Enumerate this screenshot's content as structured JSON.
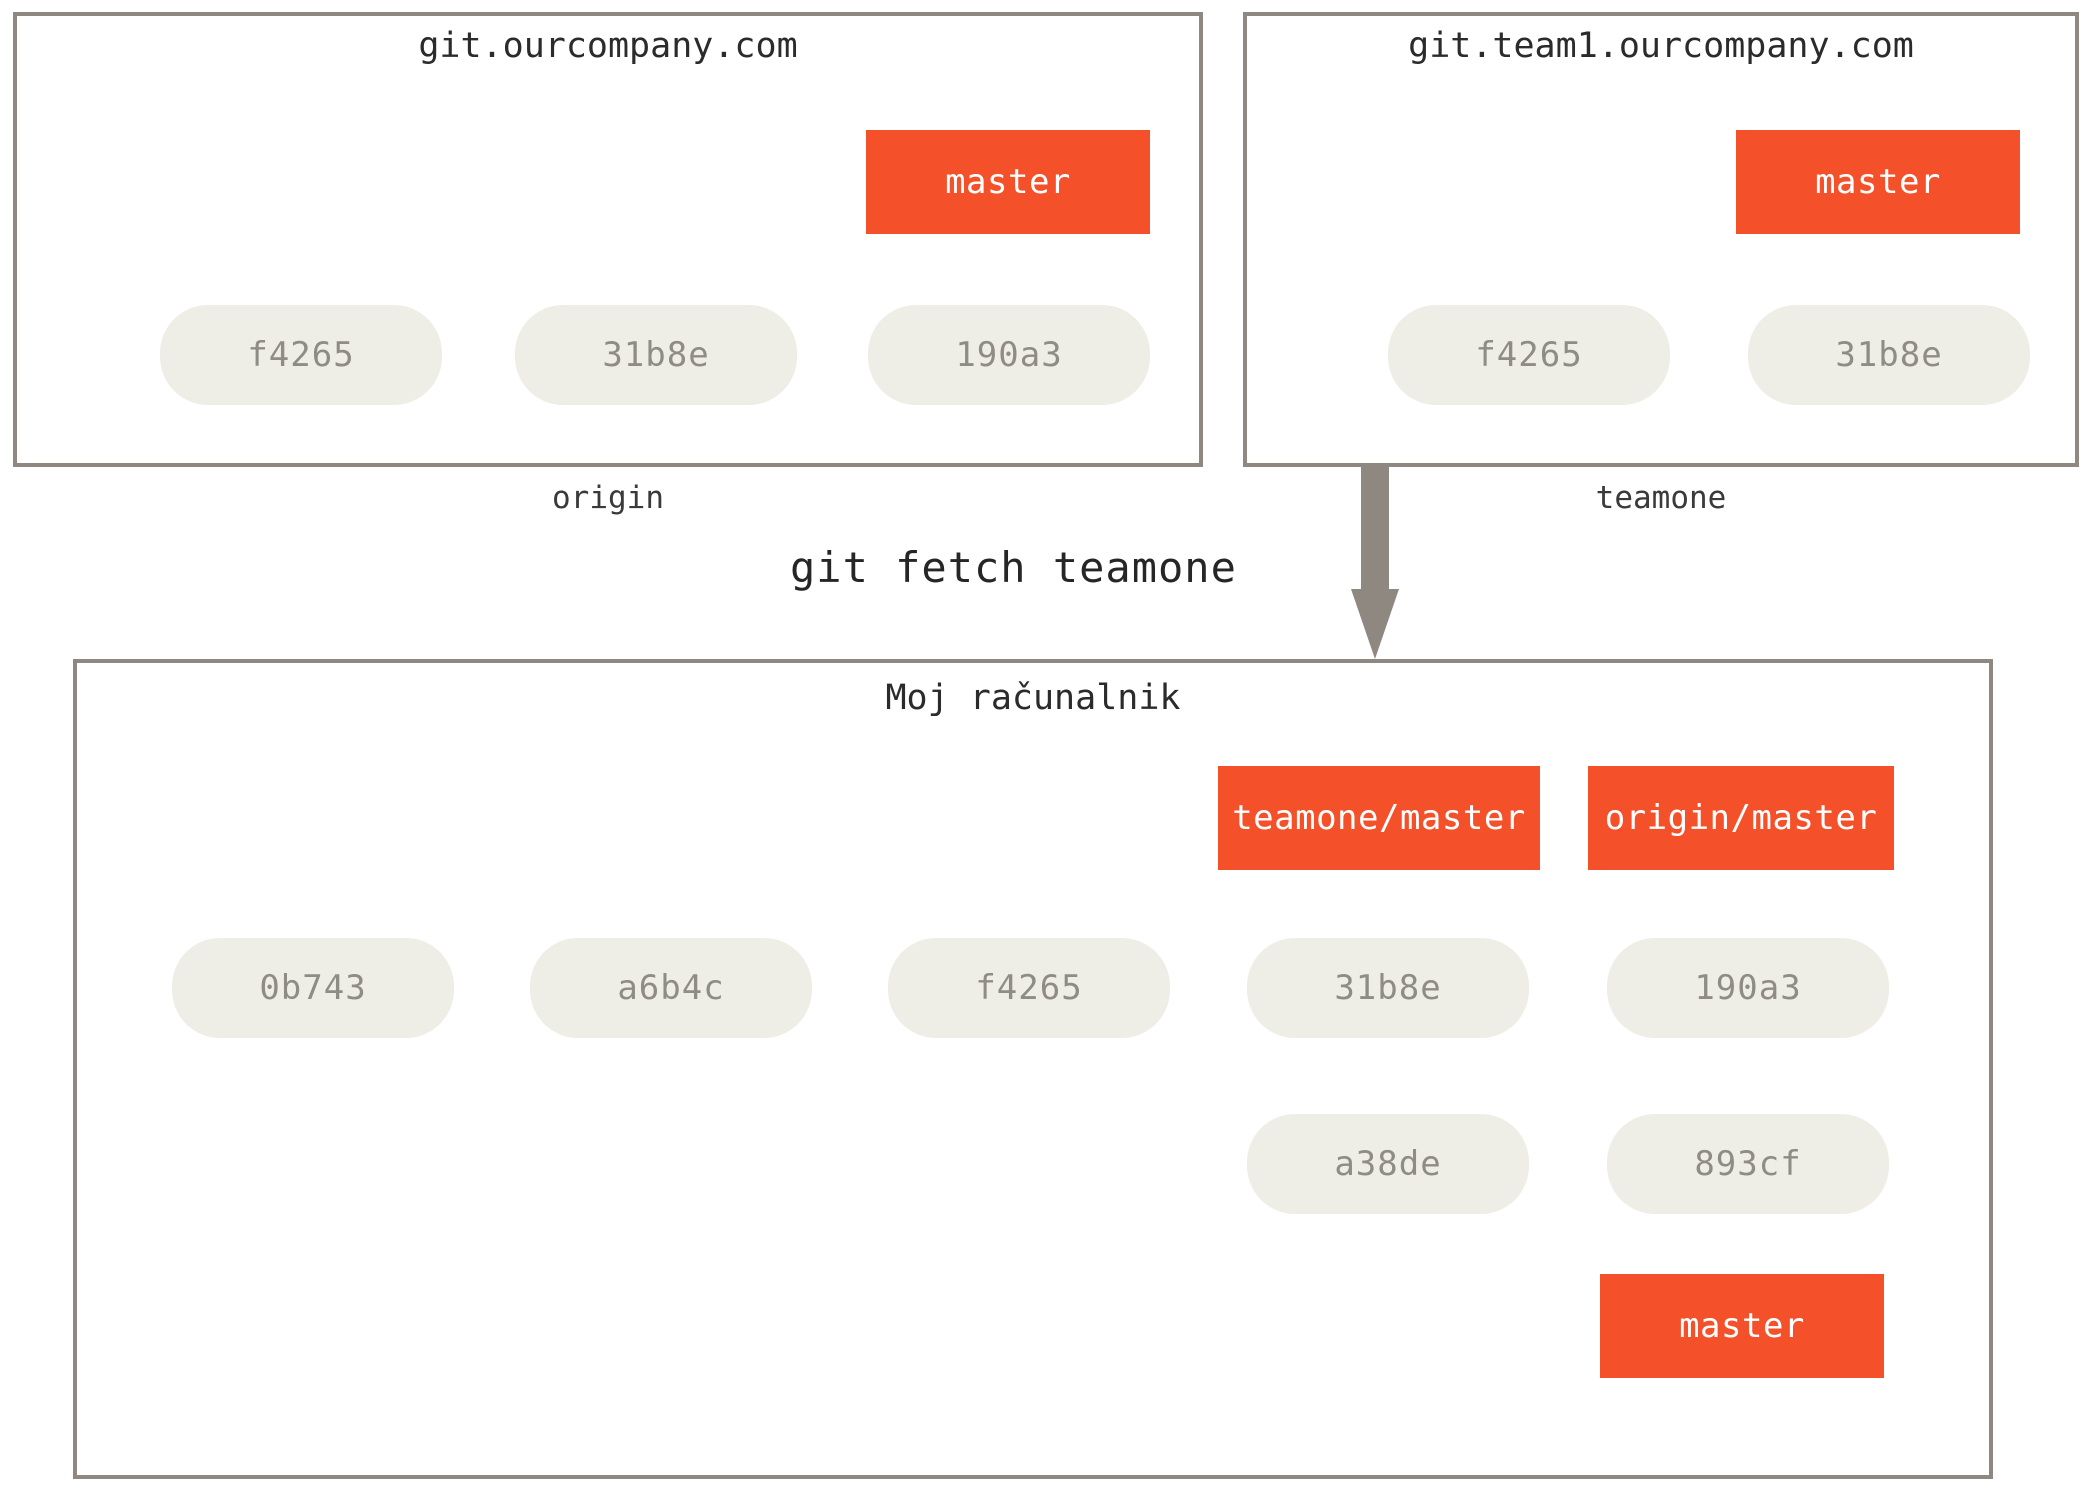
{
  "diagram": {
    "type": "git-remote-fetch-diagram",
    "command_label": "git fetch teamone",
    "colors": {
      "branch_box": "#F4502A",
      "commit_node": "#EFEEE6",
      "commit_text": "#8F8C86",
      "border": "#8F8880",
      "arrow": "#8F8880",
      "title_text": "#2b2b2b",
      "background": "#FFFFFF"
    }
  },
  "panels": {
    "origin": {
      "title": "git.ourcompany.com",
      "caption": "origin",
      "commits": [
        {
          "id": "f4265"
        },
        {
          "id": "31b8e"
        },
        {
          "id": "190a3"
        }
      ],
      "branches": [
        {
          "label": "master",
          "points_to": "190a3"
        }
      ]
    },
    "teamone": {
      "title": "git.team1.ourcompany.com",
      "caption": "teamone",
      "commits": [
        {
          "id": "f4265"
        },
        {
          "id": "31b8e"
        }
      ],
      "branches": [
        {
          "label": "master",
          "points_to": "31b8e"
        }
      ]
    },
    "local": {
      "title": "Moj računalnik",
      "caption": "",
      "commits": [
        {
          "id": "0b743"
        },
        {
          "id": "a6b4c"
        },
        {
          "id": "f4265"
        },
        {
          "id": "31b8e"
        },
        {
          "id": "190a3"
        },
        {
          "id": "a38de"
        },
        {
          "id": "893cf"
        }
      ],
      "branches": [
        {
          "label": "teamone/master",
          "points_to": "31b8e"
        },
        {
          "label": "origin/master",
          "points_to": "190a3"
        },
        {
          "label": "master",
          "points_to": "893cf"
        }
      ]
    }
  }
}
